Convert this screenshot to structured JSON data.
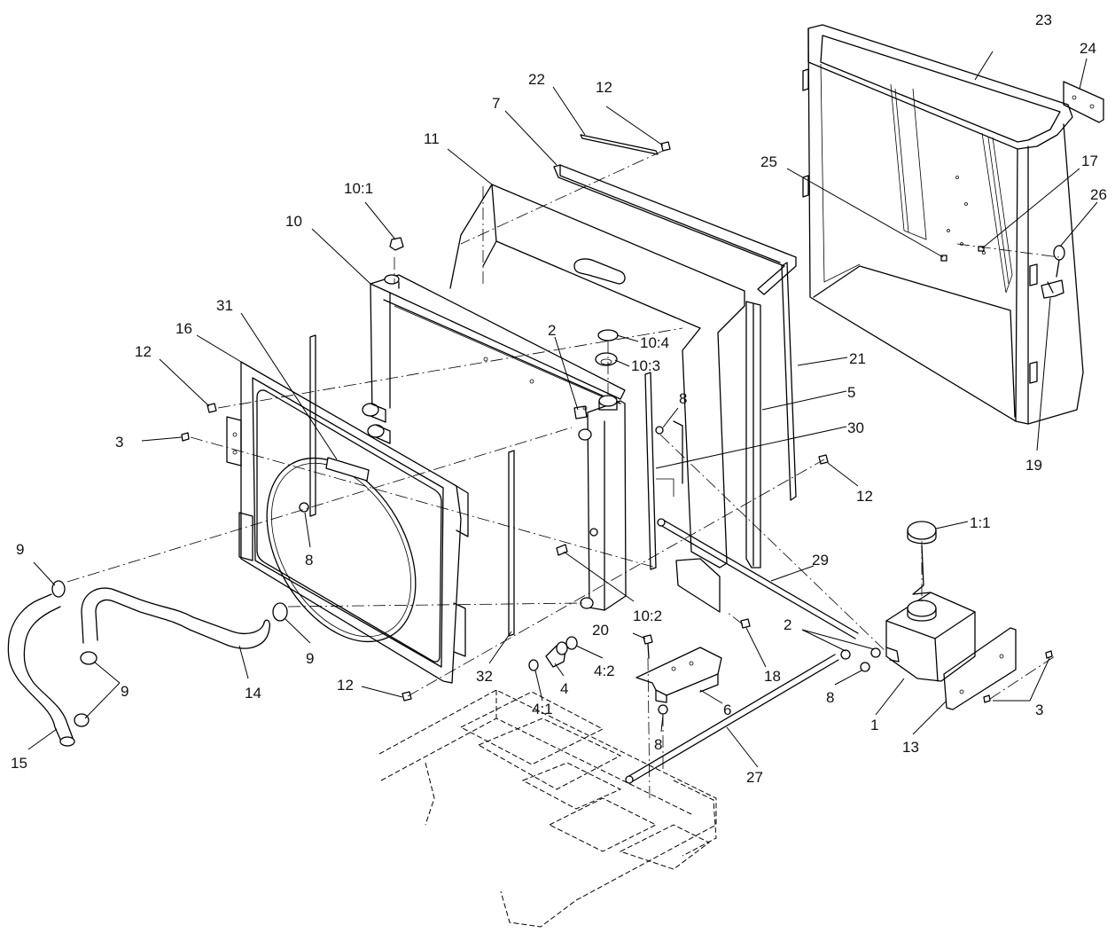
{
  "callouts": [
    {
      "id": "c23",
      "label": "23"
    },
    {
      "id": "c24",
      "label": "24"
    },
    {
      "id": "c22",
      "label": "22"
    },
    {
      "id": "c12a",
      "label": "12"
    },
    {
      "id": "c7",
      "label": "7"
    },
    {
      "id": "c11",
      "label": "11"
    },
    {
      "id": "c25",
      "label": "25"
    },
    {
      "id": "c17",
      "label": "17"
    },
    {
      "id": "c26",
      "label": "26"
    },
    {
      "id": "c10_1",
      "label": "10:1"
    },
    {
      "id": "c10",
      "label": "10"
    },
    {
      "id": "c31",
      "label": "31"
    },
    {
      "id": "c16",
      "label": "16"
    },
    {
      "id": "c12b",
      "label": "12"
    },
    {
      "id": "c2a",
      "label": "2"
    },
    {
      "id": "c10_4",
      "label": "10:4"
    },
    {
      "id": "c10_3",
      "label": "10:3"
    },
    {
      "id": "c21",
      "label": "21"
    },
    {
      "id": "c5",
      "label": "5"
    },
    {
      "id": "c8a",
      "label": "8"
    },
    {
      "id": "c30",
      "label": "30"
    },
    {
      "id": "c3a",
      "label": "3"
    },
    {
      "id": "c19",
      "label": "19"
    },
    {
      "id": "c12c",
      "label": "12"
    },
    {
      "id": "c1_1",
      "label": "1:1"
    },
    {
      "id": "c8b",
      "label": "8"
    },
    {
      "id": "c9a",
      "label": "9"
    },
    {
      "id": "c29",
      "label": "29"
    },
    {
      "id": "c10_2",
      "label": "10:2"
    },
    {
      "id": "c9b",
      "label": "9"
    },
    {
      "id": "c2b",
      "label": "2"
    },
    {
      "id": "c20",
      "label": "20"
    },
    {
      "id": "c4_2",
      "label": "4:2"
    },
    {
      "id": "c14",
      "label": "14"
    },
    {
      "id": "c9c",
      "label": "9"
    },
    {
      "id": "c12d",
      "label": "12"
    },
    {
      "id": "c32",
      "label": "32"
    },
    {
      "id": "c4",
      "label": "4"
    },
    {
      "id": "c18",
      "label": "18"
    },
    {
      "id": "c8c",
      "label": "8"
    },
    {
      "id": "c3b",
      "label": "3"
    },
    {
      "id": "c4_1",
      "label": "4:1"
    },
    {
      "id": "c6",
      "label": "6"
    },
    {
      "id": "c1",
      "label": "1"
    },
    {
      "id": "c8d",
      "label": "8"
    },
    {
      "id": "c13",
      "label": "13"
    },
    {
      "id": "c15",
      "label": "15"
    },
    {
      "id": "c27",
      "label": "27"
    }
  ]
}
